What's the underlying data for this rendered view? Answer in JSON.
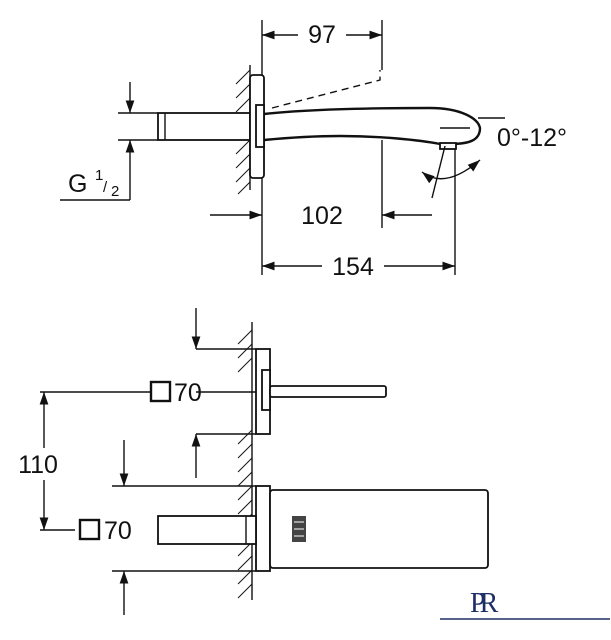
{
  "side_view": {
    "dim_spout_projection": "97",
    "dim_spout_reach": "102",
    "dim_total_length": "154",
    "dim_angle": "0°-12°",
    "thread_label": "G",
    "thread_size_num": "1",
    "thread_size_den": "2"
  },
  "front_view": {
    "dim_spacing": "110",
    "plate_size_top": "70",
    "plate_size_bottom": "70"
  },
  "logo": {
    "letters": "PR"
  }
}
